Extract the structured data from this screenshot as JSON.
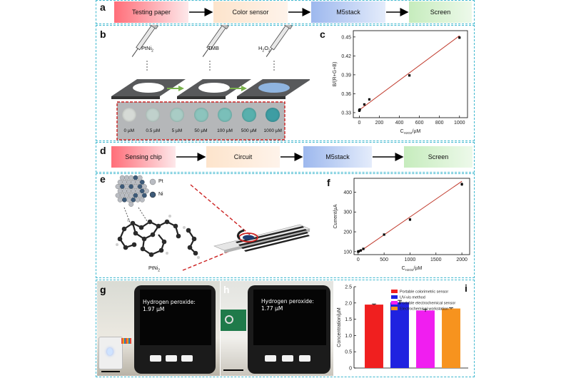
{
  "panel_labels": {
    "a": "a",
    "b": "b",
    "c": "c",
    "d": "d",
    "e": "e",
    "f": "f",
    "g": "g",
    "h": "h",
    "i": "i"
  },
  "flow_a": [
    "Testing paper",
    "Color sensor",
    "M5stack",
    "Screen"
  ],
  "flow_d": [
    "Sensing chip",
    "Circuit",
    "M5stack",
    "Screen"
  ],
  "panel_b": {
    "reagents": [
      {
        "main": "PtNi",
        "sub": "2"
      },
      {
        "main": "TMB",
        "sub": ""
      },
      {
        "main": "H",
        "sub": "2",
        "main2": "O",
        "sub2": "2"
      }
    ],
    "strip_labels": [
      "0 µM",
      "0.5 µM",
      "5 µM",
      "50 µM",
      "100 µM",
      "500 µM",
      "1000 µM"
    ],
    "strip_colors": [
      "#d6dad6",
      "#c0d1cc",
      "#a9ccc5",
      "#8cc4bd",
      "#7abfb9",
      "#58b0ad",
      "#3e9da3"
    ]
  },
  "panel_e": {
    "legend_pt": "Pt",
    "legend_ni": "Ni",
    "compound": "PtNi",
    "compound_sub": "2",
    "color_pt": "#b9bcc2",
    "color_ni": "#3d5a78"
  },
  "chart_data": [
    {
      "id": "c",
      "type": "scatter",
      "title": "",
      "xlabel": "C",
      "xlabel_sub": "H2O2",
      "xlabel_unit": "/µM",
      "ylabel": "B/(R+G+B)",
      "xlim": [
        -60,
        1080
      ],
      "ylim": [
        0.322,
        0.46
      ],
      "xticks": [
        0,
        200,
        400,
        600,
        800,
        1000
      ],
      "yticks": [
        0.33,
        0.36,
        0.39,
        0.42,
        0.45
      ],
      "ytick_labels": [
        "0.33",
        "0.36",
        "0.39",
        "0.42",
        "0.45"
      ],
      "x": [
        0,
        0.5,
        5,
        50,
        100,
        500,
        1000
      ],
      "y": [
        0.333,
        0.334,
        0.335,
        0.343,
        0.351,
        0.389,
        0.449
      ],
      "err": [
        0.001,
        0.001,
        0.001,
        0.001,
        0.001,
        0.001,
        0.002
      ],
      "fit": {
        "x0": -10,
        "y0": 0.333,
        "x1": 1000,
        "y1": 0.452
      },
      "fit_color": "#c0392b"
    },
    {
      "id": "f",
      "type": "scatter",
      "title": "",
      "xlabel": "C",
      "xlabel_sub": "H2O2",
      "xlabel_unit": "/µM",
      "ylabel": "Current/µA",
      "xlim": [
        -80,
        2150
      ],
      "ylim": [
        85,
        470
      ],
      "xticks": [
        0,
        500,
        1000,
        1500,
        2000
      ],
      "yticks": [
        100,
        200,
        300,
        400
      ],
      "ytick_labels": [
        "100",
        "200",
        "300",
        "400"
      ],
      "x": [
        0,
        10,
        50,
        100,
        500,
        1000,
        2000
      ],
      "y": [
        100,
        102,
        106,
        114,
        186,
        262,
        440
      ],
      "err": [
        3,
        3,
        3,
        4,
        5,
        7,
        9
      ],
      "fit": {
        "x0": 0,
        "y0": 95,
        "x1": 2000,
        "y1": 455
      },
      "fit_color": "#c0392b"
    },
    {
      "id": "i",
      "type": "bar",
      "title": "",
      "xlabel": "",
      "ylabel": "Concentration/µM",
      "ylim": [
        0,
        2.5
      ],
      "yticks": [
        0,
        0.5,
        1.0,
        1.5,
        2.0,
        2.5
      ],
      "ytick_labels": [
        "0",
        "0.5",
        "1.0",
        "1.5",
        "2.0",
        "2.5"
      ],
      "categories": [
        "Portable colorimetric sensor",
        "UV-vis method",
        "Portable electrochemical sensor",
        "Electrochemical workstation"
      ],
      "values": [
        1.95,
        2.02,
        1.77,
        1.83
      ],
      "err": [
        0.02,
        0.06,
        0.04,
        0.02
      ],
      "colors": [
        "#f01f1f",
        "#1f22e0",
        "#f01ef0",
        "#f7931e"
      ],
      "legend": "top"
    }
  ],
  "panel_g": {
    "line1": "Hydrogen peroxide:",
    "line2": "1.97 µM"
  },
  "panel_h": {
    "line1": "Hydrogen peroxide:",
    "line2": "1.77 µM"
  }
}
